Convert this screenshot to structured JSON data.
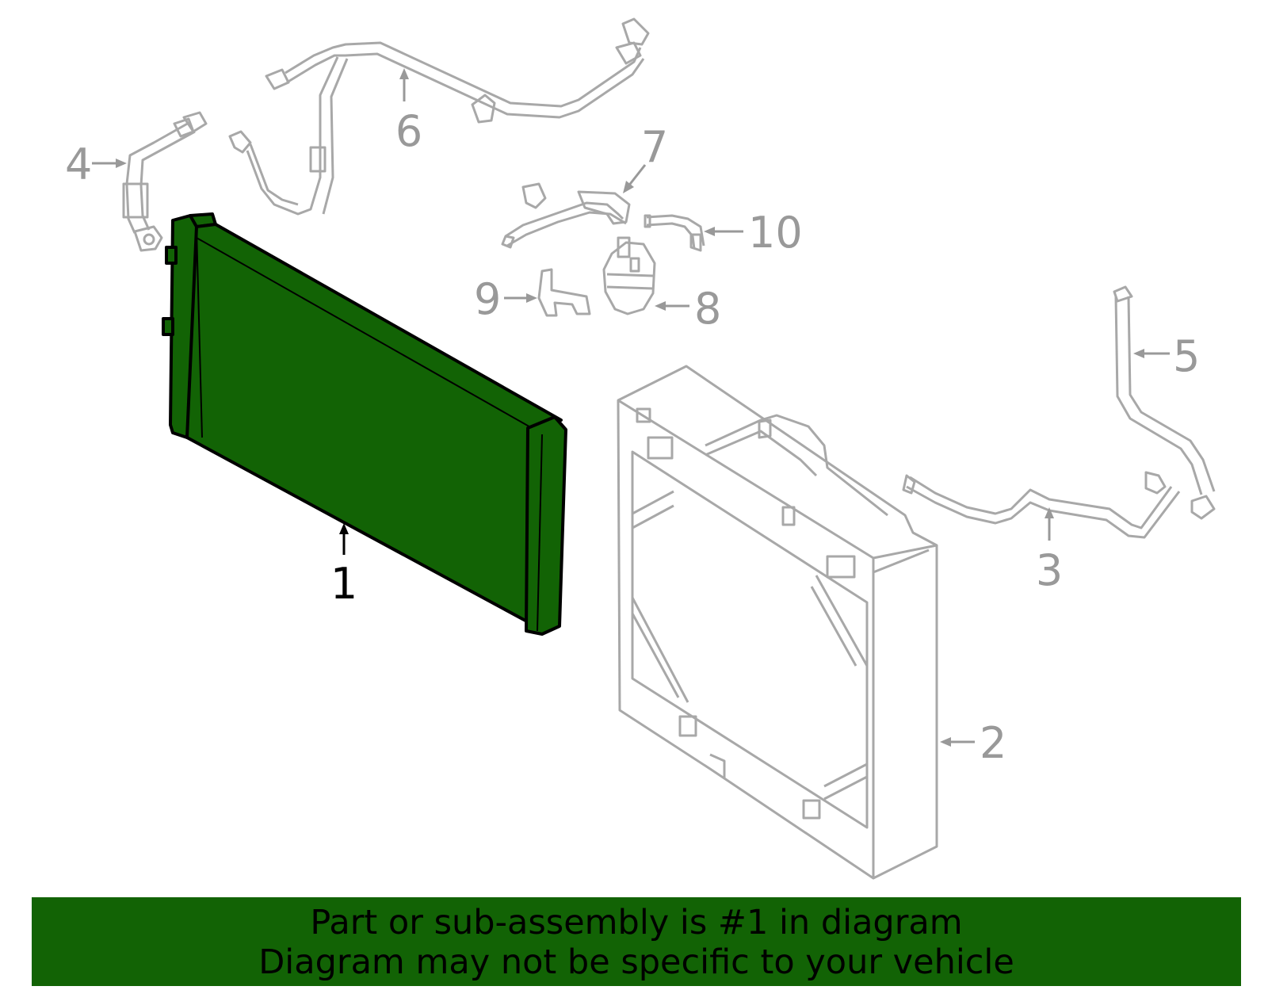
{
  "colors": {
    "highlight": "#126305",
    "outline_gray": "#a8a8a8",
    "label_gray": "#999999",
    "highlight_label": "#000000"
  },
  "callouts": {
    "c1": "1",
    "c2": "2",
    "c3": "3",
    "c4": "4",
    "c5": "5",
    "c6": "6",
    "c7": "7",
    "c8": "8",
    "c9": "9",
    "c10": "10"
  },
  "banner": {
    "line1": "Part or sub-assembly is #1 in diagram",
    "line2": "Diagram may not be specific to your vehicle"
  }
}
